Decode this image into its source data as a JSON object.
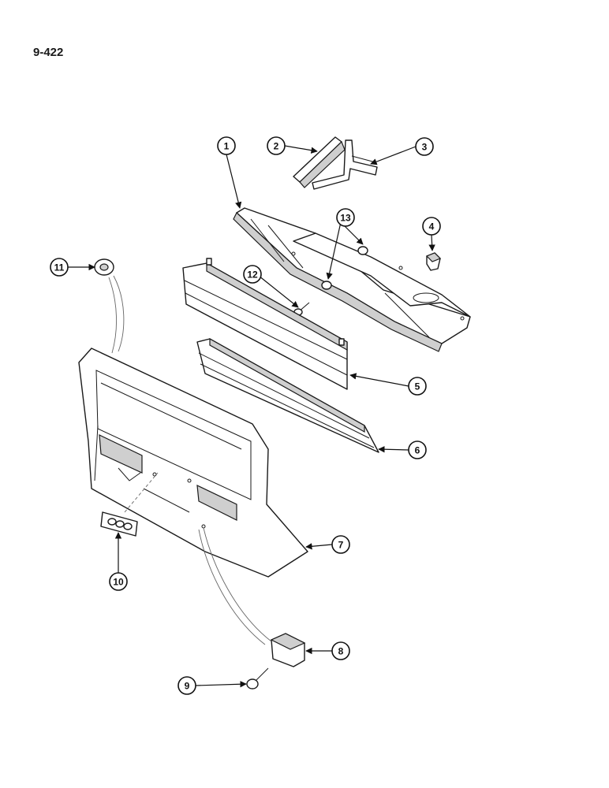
{
  "page_code": "9-422",
  "callouts": [
    {
      "label": "1"
    },
    {
      "label": "2"
    },
    {
      "label": "3"
    },
    {
      "label": "4"
    },
    {
      "label": "5"
    },
    {
      "label": "6"
    },
    {
      "label": "7"
    },
    {
      "label": "8"
    },
    {
      "label": "9"
    },
    {
      "label": "10"
    },
    {
      "label": "11"
    },
    {
      "label": "12"
    },
    {
      "label": "13"
    }
  ],
  "colors": {
    "ink": "#111111",
    "background": "#ffffff",
    "shade": "#cfcfcf"
  }
}
